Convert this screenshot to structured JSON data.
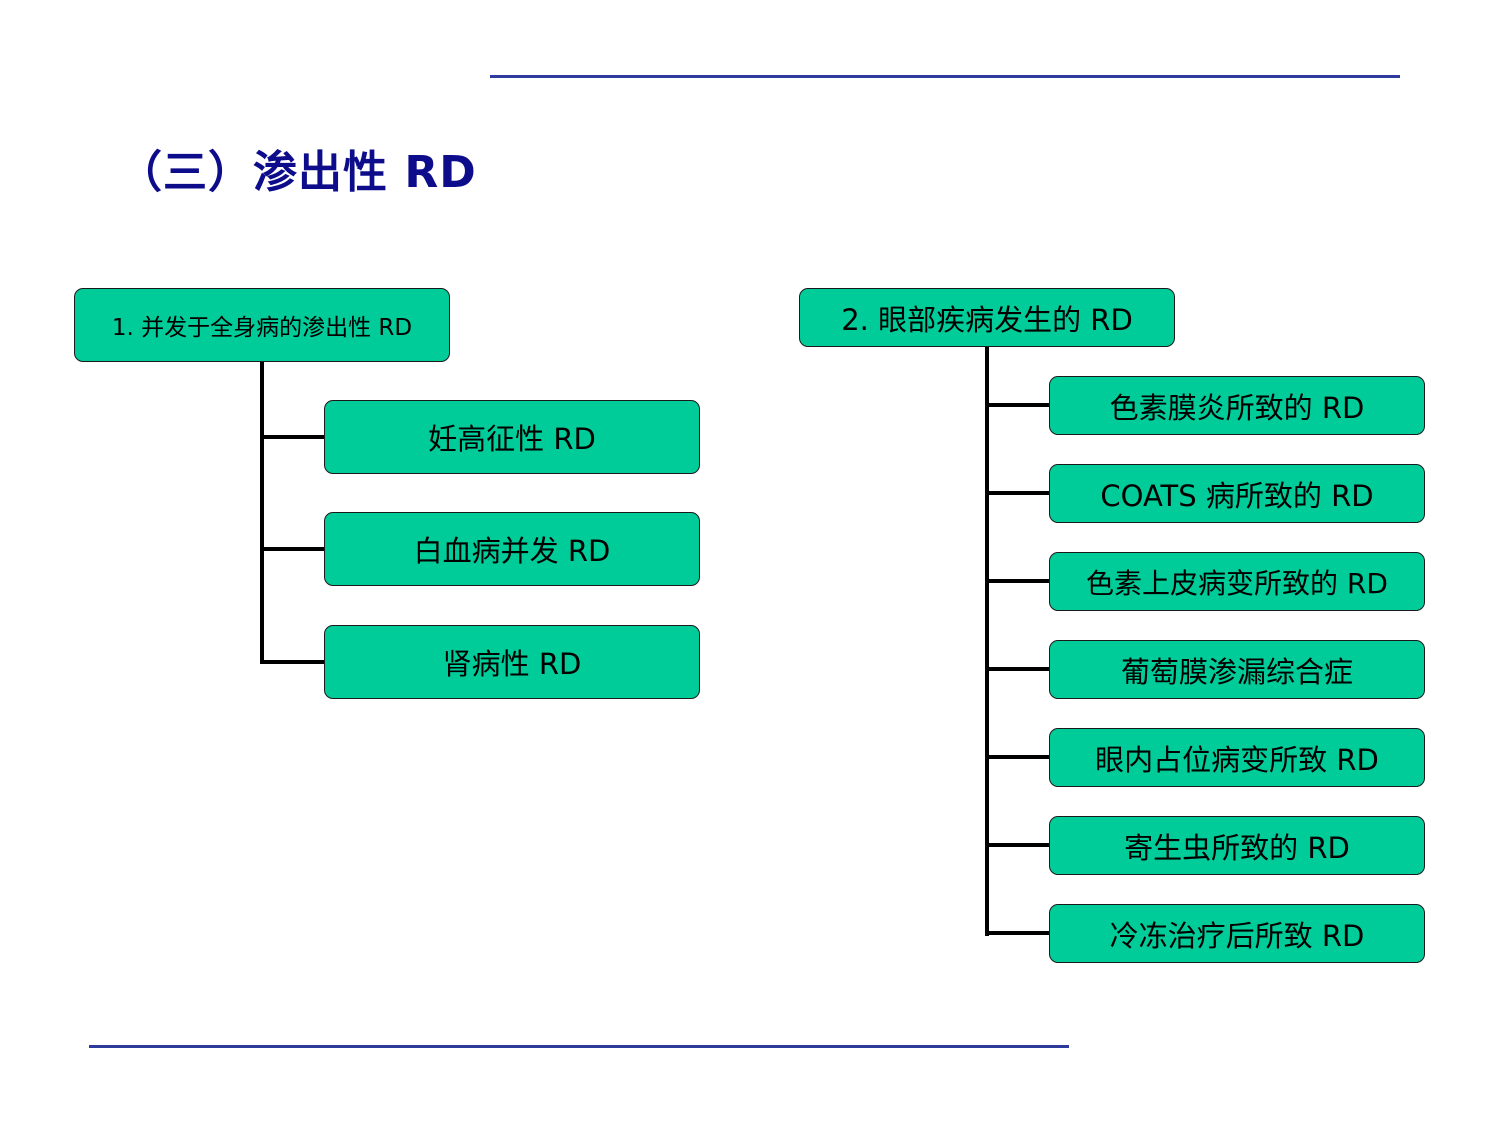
{
  "slide": {
    "title": "（三）渗出性 RD"
  },
  "colors": {
    "node_fill": "#00cc99",
    "title_color": "#0d0d8c",
    "rule_color": "#2e3a9c",
    "connector_color": "#000000"
  },
  "left_tree": {
    "root": "1. 并发于全身病的渗出性 RD",
    "children": [
      "妊高征性 RD",
      "白血病并发 RD",
      "肾病性 RD"
    ]
  },
  "right_tree": {
    "root": "2. 眼部疾病发生的 RD",
    "children": [
      "色素膜炎所致的 RD",
      "COATS 病所致的 RD",
      "色素上皮病变所致的 RD",
      "葡萄膜渗漏综合症",
      "眼内占位病变所致 RD",
      "寄生虫所致的 RD",
      "冷冻治疗后所致 RD"
    ]
  }
}
